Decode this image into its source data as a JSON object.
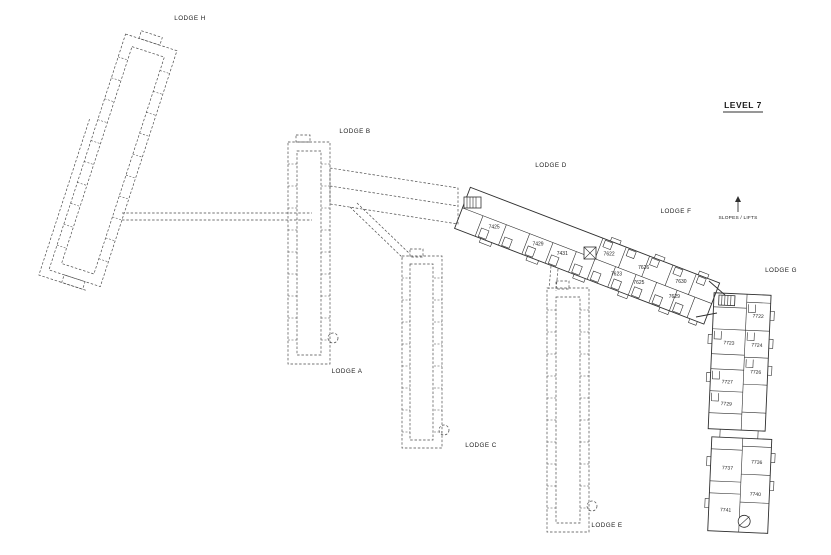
{
  "header": {
    "level_label": "LEVEL 7"
  },
  "annotations": {
    "slopes_lifts": "SLOPES / LIFTS"
  },
  "lodges": {
    "h": {
      "label": "LODGE H"
    },
    "b": {
      "label": "LODGE B"
    },
    "a": {
      "label": "LODGE A"
    },
    "c": {
      "label": "LODGE C"
    },
    "e": {
      "label": "LODGE E"
    },
    "d": {
      "label": "LODGE D",
      "rooms": [
        "7425",
        "7429",
        "7431"
      ]
    },
    "f": {
      "label": "LODGE F",
      "rooms_upper": [
        "7622",
        "7626",
        "7630"
      ],
      "rooms_lower": [
        "7623",
        "7625",
        "7629"
      ]
    },
    "g": {
      "label": "LODGE G",
      "rooms_left_column": [
        "7723",
        "7727",
        "7729",
        "7737",
        "7741"
      ],
      "rooms_right_column": [
        "7722",
        "7724",
        "7726",
        "7736",
        "7740"
      ]
    }
  },
  "icons": {
    "stairs": "hatched-rect",
    "lift": "boxed-x",
    "spiral_stair": "circle-slash",
    "slopes_direction": "up-arrow"
  },
  "colors": {
    "line": "#4a4a4a",
    "solid": "#2f2f2f",
    "text": "#1c1c1c",
    "bg": "#ffffff"
  }
}
